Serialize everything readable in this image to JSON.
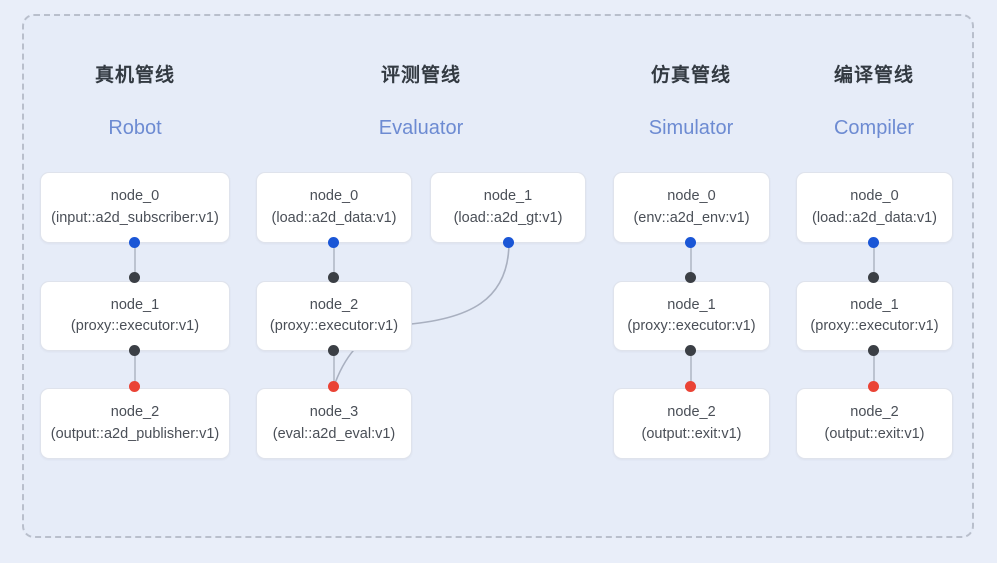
{
  "panel": {
    "name": "pipeline-panel"
  },
  "columns": [
    {
      "id": "robot",
      "title": "真机管线",
      "subtitle": "Robot",
      "nodes": [
        {
          "name": "node_0",
          "spec": "(input::a2d_subscriber:v1)"
        },
        {
          "name": "node_1",
          "spec": "(proxy::executor:v1)"
        },
        {
          "name": "node_2",
          "spec": "(output::a2d_publisher:v1)"
        }
      ]
    },
    {
      "id": "evaluator",
      "title": "评测管线",
      "subtitle": "Evaluator",
      "nodes": [
        {
          "name": "node_0",
          "spec": "(load::a2d_data:v1)"
        },
        {
          "name": "node_2",
          "spec": "(proxy::executor:v1)"
        },
        {
          "name": "node_3",
          "spec": "(eval::a2d_eval:v1)"
        },
        {
          "name": "node_1",
          "spec": "(load::a2d_gt:v1)"
        }
      ]
    },
    {
      "id": "simulator",
      "title": "仿真管线",
      "subtitle": "Simulator",
      "nodes": [
        {
          "name": "node_0",
          "spec": "(env::a2d_env:v1)"
        },
        {
          "name": "node_1",
          "spec": "(proxy::executor:v1)"
        },
        {
          "name": "node_2",
          "spec": "(output::exit:v1)"
        }
      ]
    },
    {
      "id": "compiler",
      "title": "编译管线",
      "subtitle": "Compiler",
      "nodes": [
        {
          "name": "node_0",
          "spec": "(load::a2d_data:v1)"
        },
        {
          "name": "node_1",
          "spec": "(proxy::executor:v1)"
        },
        {
          "name": "node_2",
          "spec": "(output::exit:v1)"
        }
      ]
    }
  ],
  "colors": {
    "background": "#e9eef9",
    "panel_fill": "#e6ecf8",
    "panel_border": "#b9bfcc",
    "node_fill": "#ffffff",
    "node_border": "#dfe3ec",
    "title_text": "#333a42",
    "subtitle_text": "#6d8bd2",
    "node_text": "#4a4f57",
    "port_output": "#1a56d6",
    "port_input": "#3b3f45",
    "port_terminal": "#ea4335",
    "edge": "#bcc3d0"
  },
  "ports": {
    "output_label": "output-port",
    "input_label": "input-port",
    "terminal_label": "terminal-port"
  }
}
